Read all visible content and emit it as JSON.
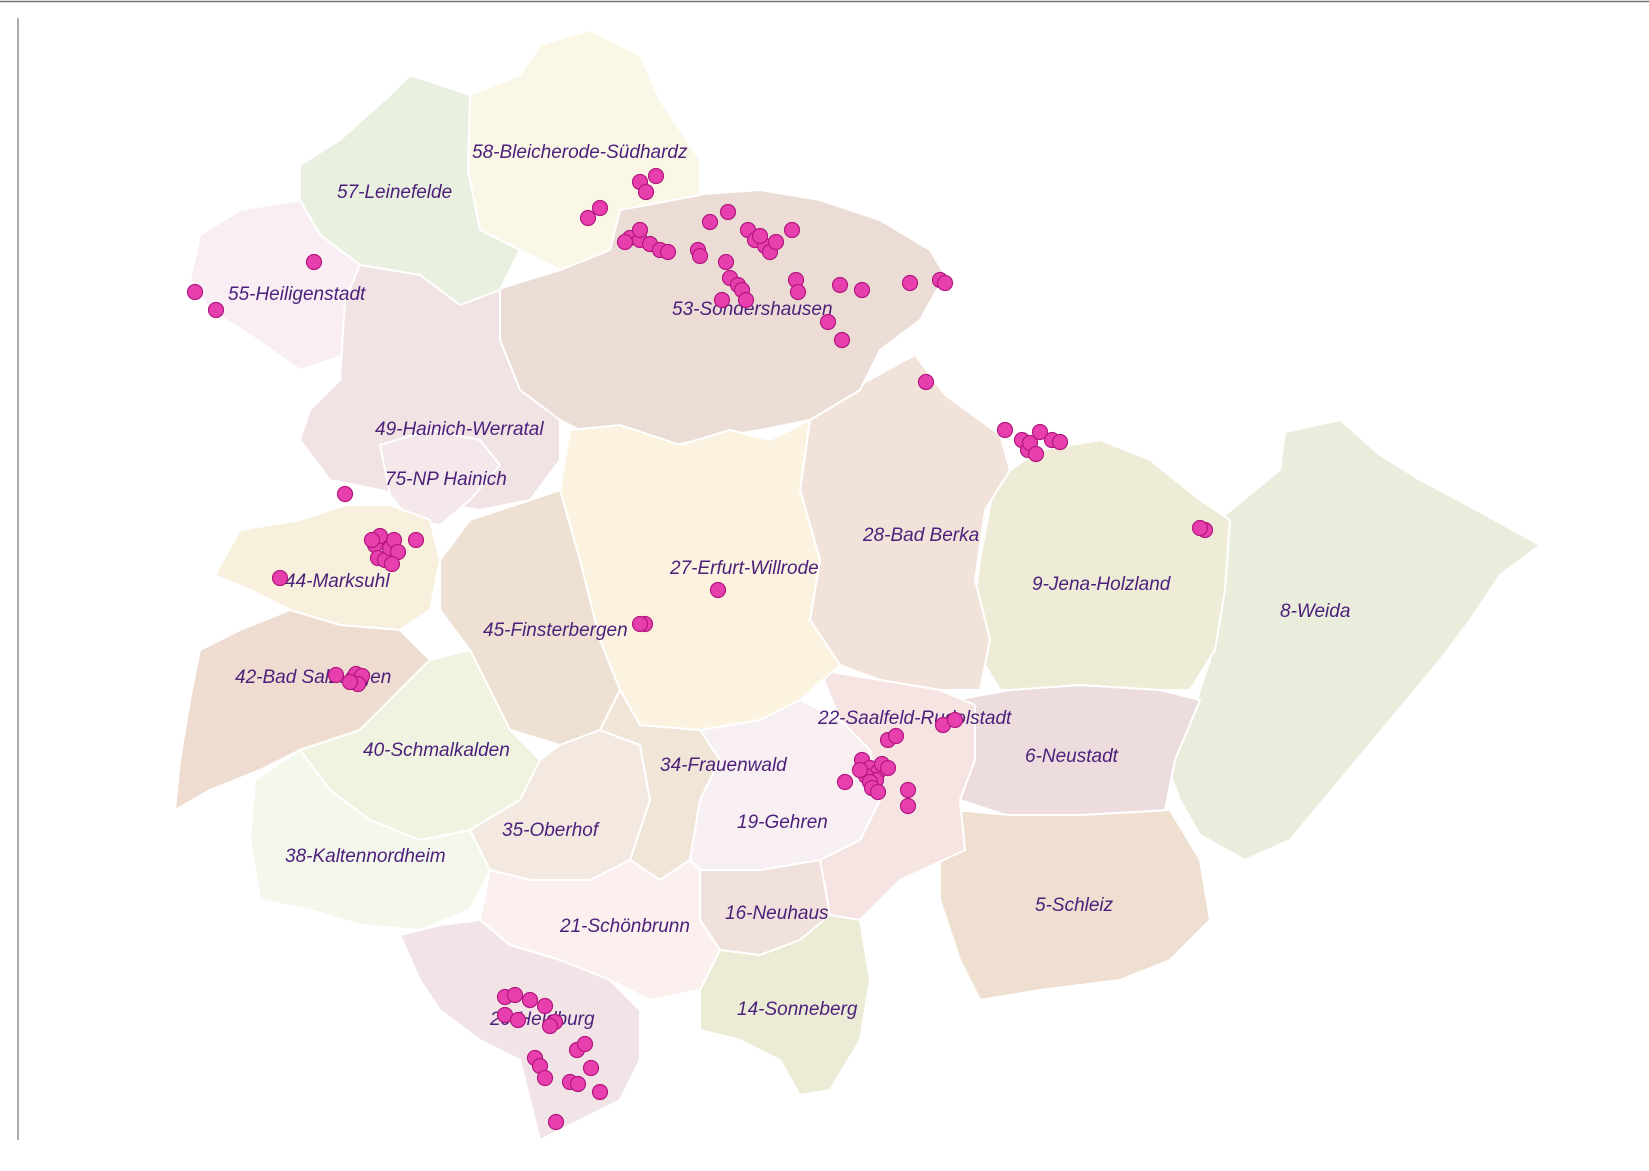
{
  "map": {
    "label_color": "#4b1f7a",
    "point_color": "#e83fae",
    "frame_color": "#777777",
    "regions": [
      {
        "id": "58",
        "label": "58-Bleicherode-Südhardz",
        "fill": "#fbf7e6"
      },
      {
        "id": "57",
        "label": "57-Leinefelde",
        "fill": "#eaf0df"
      },
      {
        "id": "55",
        "label": "55-Heiligenstadt",
        "fill": "#f8eef4"
      },
      {
        "id": "53",
        "label": "53-Sondershausen",
        "fill": "#ecdcd6"
      },
      {
        "id": "49",
        "label": "49-Hainich-Werratal",
        "fill": "#f1e2e4"
      },
      {
        "id": "75",
        "label": "75-NP Hainich",
        "fill": "#f4e8ea"
      },
      {
        "id": "44",
        "label": "44-Marksuhl",
        "fill": "#f7f0dc"
      },
      {
        "id": "45",
        "label": "45-Finsterbergen",
        "fill": "#eee0d3"
      },
      {
        "id": "27",
        "label": "27-Erfurt-Willrode",
        "fill": "#fbf3df"
      },
      {
        "id": "28",
        "label": "28-Bad Berka",
        "fill": "#f1e2da"
      },
      {
        "id": "9",
        "label": "9-Jena-Holzland",
        "fill": "#eeecd6"
      },
      {
        "id": "8",
        "label": "8-Weida",
        "fill": "#eaeddc"
      },
      {
        "id": "42",
        "label": "42-Bad Salzungen",
        "fill": "#efdcd0"
      },
      {
        "id": "40",
        "label": "40-Schmalkalden",
        "fill": "#f0f3df"
      },
      {
        "id": "38",
        "label": "38-Kaltennordheim",
        "fill": "#f4f8ec"
      },
      {
        "id": "35",
        "label": "35-Oberhof",
        "fill": "#f3e9e1"
      },
      {
        "id": "34",
        "label": "34-Frauenwald",
        "fill": "#f1e5d8"
      },
      {
        "id": "22",
        "label": "22-Saalfeld-Rudolstadt",
        "fill": "#f6e4e2"
      },
      {
        "id": "6",
        "label": "6-Neustadt",
        "fill": "#ecdcde"
      },
      {
        "id": "19",
        "label": "19-Gehren",
        "fill": "#f8eff2"
      },
      {
        "id": "16",
        "label": "16-Neuhaus",
        "fill": "#f0e1dc"
      },
      {
        "id": "21",
        "label": "21-Schönbrunn",
        "fill": "#fbf0ee"
      },
      {
        "id": "5",
        "label": "5-Schleiz",
        "fill": "#eedfd0"
      },
      {
        "id": "29",
        "label": "29-Heldburg",
        "fill": "#f2e3e6"
      },
      {
        "id": "14",
        "label": "14-Sonneberg",
        "fill": "#ecebd5"
      }
    ]
  }
}
